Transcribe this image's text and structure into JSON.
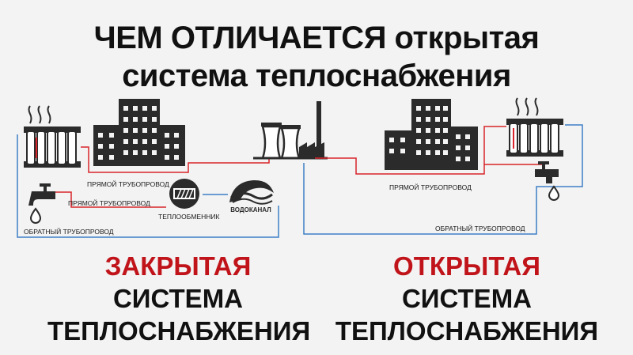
{
  "title": {
    "line1": "ЧЕМ ОТЛИЧАЕТСЯ открытая",
    "line2": "система теплоснабжения"
  },
  "left_scheme": {
    "supply_pipe_top": "ПРЯМОЙ ТРУБОПРОВОД",
    "supply_pipe_bottom": "ПРЯМОЙ ТРУБОПРОВОД",
    "heat_exchanger": "ТЕПЛООБМЕННИК",
    "water_utility_logo": "ВОДОКАНАЛ",
    "return_pipe": "ОБРАТНЫЙ ТРУБОПРОВОД"
  },
  "right_scheme": {
    "supply_pipe": "ПРЯМОЙ ТРУБОПРОВОД",
    "return_pipe": "ОБРАТНЫЙ ТРУБОПРОВОД"
  },
  "captions": {
    "closed_word": "ЗАКРЫТАЯ",
    "closed_rest1": "СИСТЕМА",
    "closed_rest2": "ТЕПЛОСНАБЖЕНИЯ",
    "open_word": "ОТКРЫТАЯ",
    "open_rest1": "СИСТЕМА",
    "open_rest2": "ТЕПЛОСНАБЖЕНИЯ"
  },
  "colors": {
    "supply": "#d8242b",
    "return": "#3c7fc6",
    "accent_red": "#c0141a",
    "icon_dark": "#2b2b2b"
  }
}
